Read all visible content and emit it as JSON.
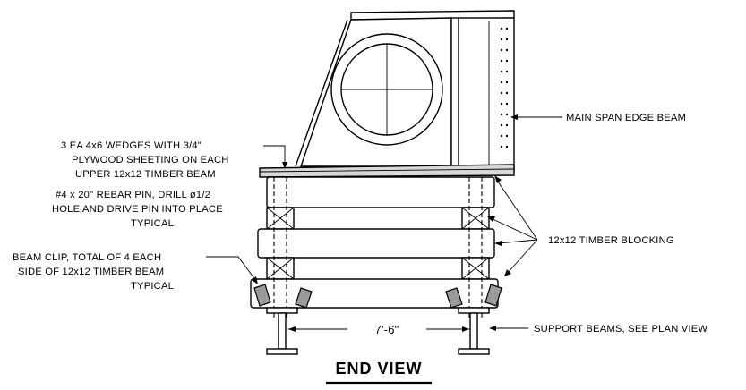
{
  "drawing": {
    "title": "END VIEW",
    "dimension": "7'-6\"",
    "callouts": {
      "main_span_edge_beam": "MAIN SPAN EDGE BEAM",
      "wedges": [
        "3 EA 4x6 WEDGES WITH 3/4\"",
        "PLYWOOD SHEETING ON EACH",
        "UPPER 12x12 TIMBER BEAM"
      ],
      "rebar_pin": [
        "#4 x 20\" REBAR PIN, DRILL ø1/2",
        "HOLE AND DRIVE PIN INTO PLACE",
        "TYPICAL"
      ],
      "timber_blocking": "12x12 TIMBER BLOCKING",
      "beam_clip": [
        "BEAM CLIP, TOTAL OF 4 EACH",
        "SIDE OF 12x12 TIMBER BEAM",
        "TYPICAL"
      ],
      "support_beams": "SUPPORT BEAMS, SEE PLAN VIEW"
    }
  }
}
